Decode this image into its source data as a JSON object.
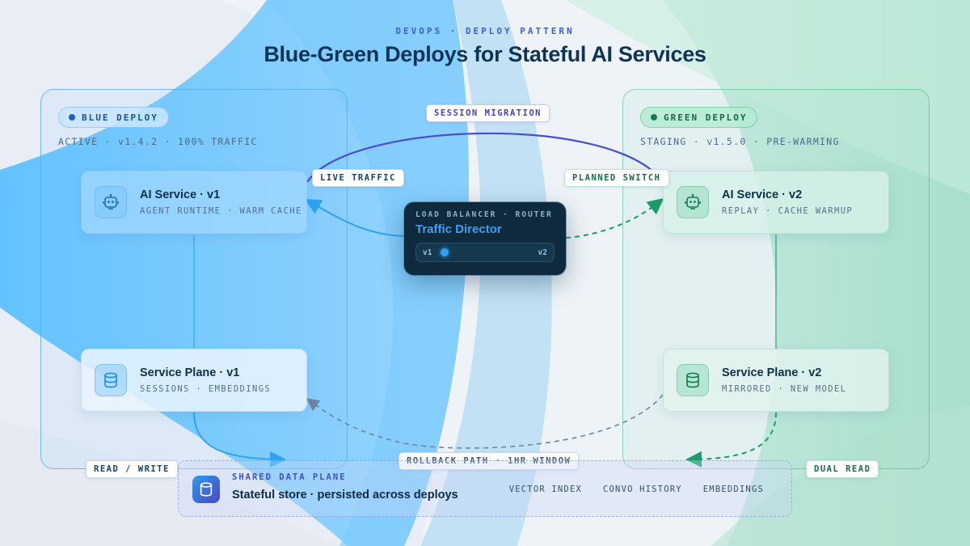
{
  "header": {
    "eyebrow": "DEVOPS · DEPLOY PATTERN",
    "title": "Blue-Green Deploys for Stateful AI Services"
  },
  "blue": {
    "pill": "BLUE DEPLOY",
    "meta": "ACTIVE · v1.4.2 · 100% TRAFFIC",
    "service": {
      "name": "AI Service · v1",
      "sub": "AGENT RUNTIME · WARM CACHE",
      "icon": "robot-icon"
    },
    "plane": {
      "name": "Service Plane · v1",
      "sub": "SESSIONS · EMBEDDINGS",
      "icon": "database-icon"
    }
  },
  "green": {
    "pill": "GREEN DEPLOY",
    "meta": "STAGING · v1.5.0 · PRE-WARMING",
    "service": {
      "name": "AI Service · v2",
      "sub": "REPLAY · CACHE WARMUP",
      "icon": "robot-icon"
    },
    "plane": {
      "name": "Service Plane · v2",
      "sub": "MIRRORED · NEW MODEL",
      "icon": "database-icon"
    }
  },
  "director": {
    "caption": "LOAD BALANCER · ROUTER",
    "name": "Traffic Director",
    "left_label": "v1",
    "right_label": "v2"
  },
  "tags": {
    "session_migration": "SESSION MIGRATION",
    "live_traffic": "LIVE TRAFFIC",
    "planned_switch": "PLANNED SWITCH",
    "read_write": "READ / WRITE",
    "rollback": "ROLLBACK PATH · 1HR WINDOW",
    "dual_read": "DUAL READ"
  },
  "shared": {
    "caption": "SHARED DATA PLANE",
    "name": "Stateful store · persisted across deploys",
    "chips": [
      "VECTOR INDEX",
      "CONVO HISTORY",
      "EMBEDDINGS"
    ],
    "icon": "database-icon"
  },
  "colors": {
    "blue_accent": "#2ea3f2",
    "green_accent": "#1f9a6a",
    "migration_accent": "#4a4fd0",
    "director_bg": "#0f2a3c"
  }
}
